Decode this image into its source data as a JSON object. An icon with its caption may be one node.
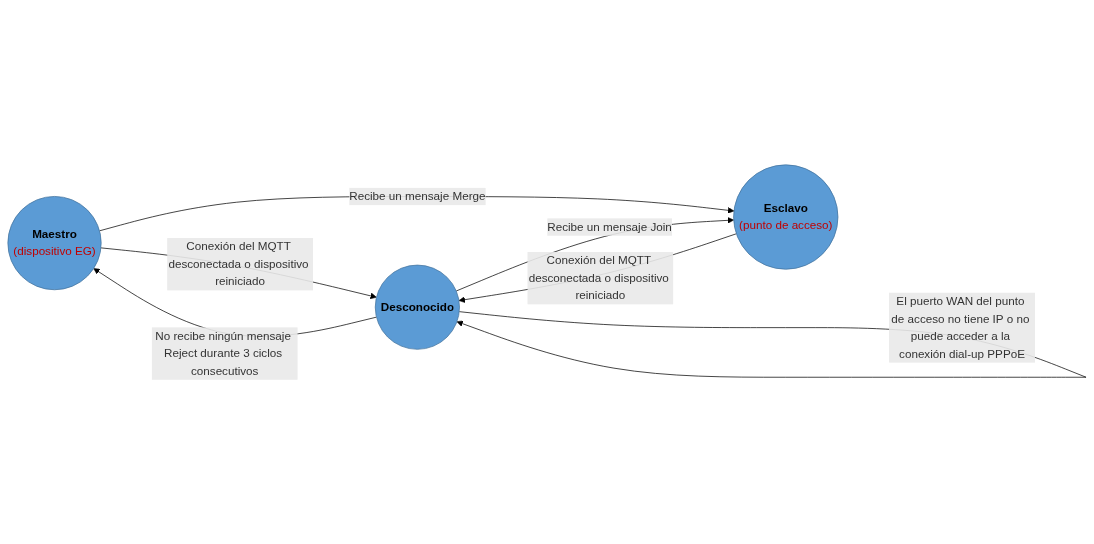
{
  "diagram": {
    "nodes": [
      {
        "text": [
          "Maestro",
          "(dispositivo EG)"
        ]
      },
      {
        "text": [
          "Desconocido"
        ]
      },
      {
        "text": [
          "Esclavo",
          "(punto de acceso)"
        ]
      }
    ],
    "edges": [
      {
        "from": 1,
        "to": 0,
        "arrow": "to",
        "label": "No recibe ningún mensaje Reject durante 3 ciclos consecutivos"
      },
      {
        "from": 0,
        "to": 1,
        "arrow": "to",
        "label": "Conexión del MQTT desconectada o dispositivo reiniciado"
      },
      {
        "from": 0,
        "to": 2,
        "arrow": "to",
        "label": "Recibe un mensaje Merge"
      },
      {
        "from": 1,
        "to": 2,
        "arrow": "to",
        "label": "Recibe un mensaje Join"
      },
      {
        "from": 2,
        "to": 1,
        "arrow": "to",
        "label": "Conexión del MQTT desconectada o dispositivo reiniciado"
      },
      {
        "from": 1,
        "to": 1,
        "arrow": "to",
        "label": "El puerto WAN del punto de acceso no tiene IP o no puede acceder a la conexión dial-up PPPoE"
      }
    ]
  }
}
